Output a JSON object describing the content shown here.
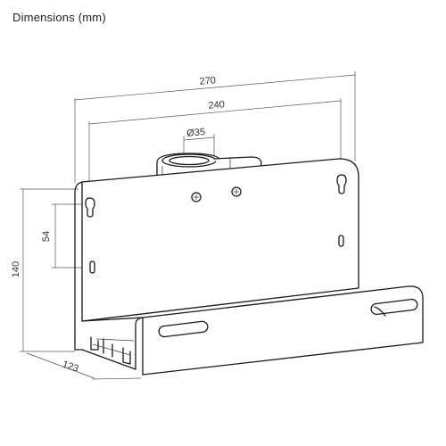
{
  "header": {
    "title": "Dimensions (mm)"
  },
  "dimensions": {
    "width_outer": "270",
    "width_holes": "240",
    "diameter": "Ø35",
    "hole_spacing": "54",
    "height": "140",
    "depth": "123"
  }
}
